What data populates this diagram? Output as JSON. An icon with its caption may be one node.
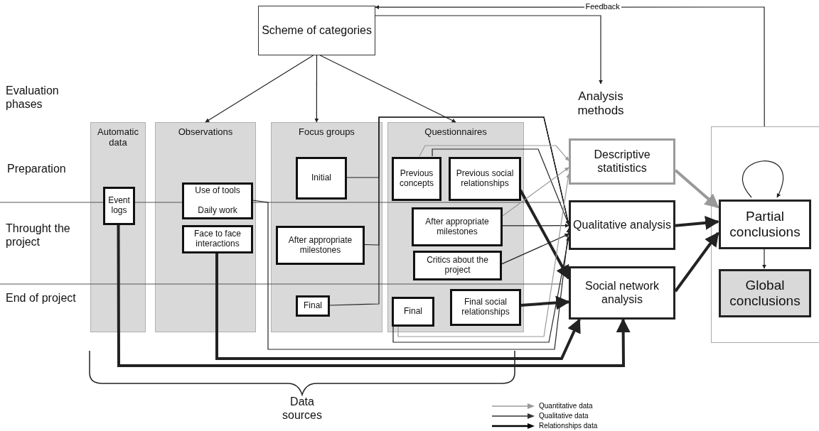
{
  "diagram": {
    "nodes": [
      {
        "text": [
          "Scheme of categories"
        ]
      },
      {
        "text": [
          "Automatic data"
        ]
      },
      {
        "text": [
          "Event logs"
        ],
        "in": 1
      },
      {
        "text": [
          "Observations"
        ]
      },
      {
        "text": [
          "Use of tools",
          "Daily work"
        ],
        "in": 3
      },
      {
        "text": [
          "Face to face interactions"
        ],
        "in": 3
      },
      {
        "text": [
          "Focus groups"
        ]
      },
      {
        "text": [
          "Initial"
        ],
        "in": 6
      },
      {
        "text": [
          "After appropriate milestones"
        ],
        "in": 6
      },
      {
        "text": [
          "Final"
        ],
        "in": 6
      },
      {
        "text": [
          "Questionnaires"
        ]
      },
      {
        "text": [
          "Previous concepts"
        ],
        "in": 10
      },
      {
        "text": [
          "Previous social relationships"
        ],
        "in": 10
      },
      {
        "text": [
          "After appropriate milestones"
        ],
        "in": 10
      },
      {
        "text": [
          "Critics about the project"
        ],
        "in": 10
      },
      {
        "text": [
          "Final"
        ],
        "in": 10
      },
      {
        "text": [
          "Final social relationships"
        ],
        "in": 10
      },
      {
        "text": [
          "Analysis methods"
        ]
      },
      {
        "text": [
          "Descriptive statitistics"
        ]
      },
      {
        "text": [
          "Qualitative analysis"
        ]
      },
      {
        "text": [
          "Social network analysis"
        ]
      },
      {
        "text": [],
        "shape": "box"
      },
      {
        "text": [
          "Partial conclusions"
        ],
        "in": 21
      },
      {
        "text": [
          "Global conclusions"
        ],
        "in": 21
      }
    ],
    "edges": [
      {
        "from": 0,
        "to": 3,
        "arrow": "to"
      },
      {
        "from": 0,
        "to": 6,
        "arrow": "to"
      },
      {
        "from": 0,
        "to": 10,
        "arrow": "to"
      },
      {
        "from": 0,
        "to": 17,
        "arrow": "to"
      },
      {
        "from": 21,
        "to": 0,
        "arrow": "to",
        "label": "Feedback"
      },
      {
        "from": 2,
        "to": 20,
        "arrow": "to",
        "style": "thick"
      },
      {
        "from": 4,
        "to": 19,
        "arrow": "to"
      },
      {
        "from": 5,
        "to": 20,
        "arrow": "to",
        "style": "thick"
      },
      {
        "from": 7,
        "to": 19,
        "arrow": "to"
      },
      {
        "from": 8,
        "to": 19,
        "arrow": "to"
      },
      {
        "from": 9,
        "to": 19,
        "arrow": "to"
      },
      {
        "from": 11,
        "to": 18,
        "arrow": "to",
        "color": "#999999"
      },
      {
        "from": 11,
        "to": 19,
        "arrow": "to"
      },
      {
        "from": 12,
        "to": 20,
        "arrow": "to",
        "style": "thick"
      },
      {
        "from": 13,
        "to": 18,
        "arrow": "to",
        "color": "#999999"
      },
      {
        "from": 13,
        "to": 19,
        "arrow": "to"
      },
      {
        "from": 14,
        "to": 19,
        "arrow": "to"
      },
      {
        "from": 15,
        "to": 18,
        "arrow": "to",
        "color": "#999999"
      },
      {
        "from": 15,
        "to": 19,
        "arrow": "to"
      },
      {
        "from": 16,
        "to": 20,
        "arrow": "to",
        "style": "thick"
      },
      {
        "from": 18,
        "to": 22,
        "arrow": "to",
        "color": "#999999",
        "style": "thick"
      },
      {
        "from": 19,
        "to": 22,
        "arrow": "to",
        "style": "thick"
      },
      {
        "from": 20,
        "to": 22,
        "arrow": "to",
        "style": "thick"
      },
      {
        "from": 22,
        "to": 22,
        "arrow": "to"
      },
      {
        "from": 22,
        "to": 23,
        "arrow": "to"
      }
    ],
    "labels": [
      "Evaluation phases",
      "Preparation",
      "Throught the project",
      "End of project",
      "Data sources"
    ],
    "legend": [
      {
        "text": "Quantitative data"
      },
      {
        "text": "Qualitative data"
      },
      {
        "text": "Relationships data"
      }
    ]
  }
}
